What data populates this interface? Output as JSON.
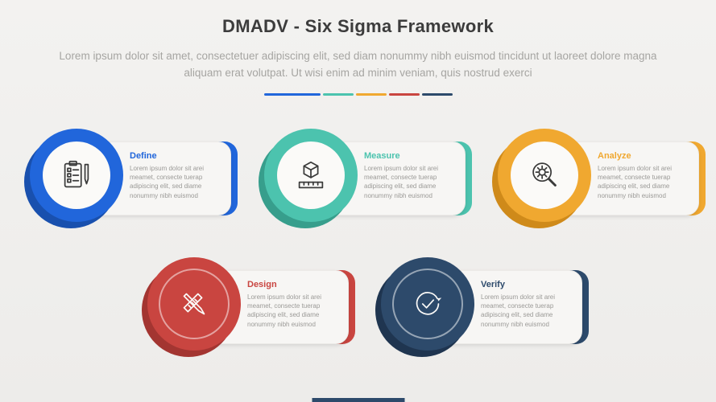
{
  "header": {
    "title": "DMADV - Six Sigma Framework",
    "subtitle": "Lorem ipsum dolor sit amet, consectetuer adipiscing elit, sed diam nonummy nibh euismod tincidunt ut laoreet dolore magna aliquam erat volutpat. Ut wisi enim ad minim veniam, quis nostrud exerci"
  },
  "divider_colors": [
    "#2166db",
    "#4cc3ae",
    "#f0a830",
    "#c94540",
    "#2d4a6b"
  ],
  "footer_color": "#2d4a6b",
  "items": [
    {
      "label": "Define",
      "color": "#2166db",
      "color_dark": "#1950ae",
      "inner_bg": "#fbfaf8",
      "icon_color": "#3a3a3a",
      "icon": "clipboard-pencil-icon",
      "body": "Lorem ipsum dolor sit arei meamet, consecte tuerap adipiscing elit, sed diame nonummy nibh euismod"
    },
    {
      "label": "Measure",
      "color": "#4cc3ae",
      "color_dark": "#379e8c",
      "inner_bg": "#fbfaf8",
      "icon_color": "#3a3a3a",
      "icon": "cube-ruler-icon",
      "body": "Lorem ipsum dolor sit arei meamet, consecte tuerap adipiscing elit, sed diame nonummy nibh euismod"
    },
    {
      "label": "Analyze",
      "color": "#f0a830",
      "color_dark": "#cf8a1a",
      "inner_bg": "#fbfaf8",
      "icon_color": "#3a3a3a",
      "icon": "magnifier-gear-icon",
      "body": "Lorem ipsum dolor sit arei meamet, consecte tuerap adipiscing elit, sed diame nonummy nibh euismod"
    },
    {
      "label": "Design",
      "color": "#c94540",
      "color_dark": "#a33531",
      "inner_bg": "#c94540",
      "icon_color": "#fbfaf8",
      "icon": "pencil-ruler-icon",
      "body": "Lorem ipsum dolor sit arei meamet, consecte tuerap adipiscing elit, sed diame nonummy nibh euismod"
    },
    {
      "label": "Verify",
      "color": "#2d4a6b",
      "color_dark": "#1f3550",
      "inner_bg": "#2d4a6b",
      "icon_color": "#fbfaf8",
      "icon": "refresh-check-icon",
      "body": "Lorem ipsum dolor sit arei meamet, consecte tuerap adipiscing elit, sed diame nonummy nibh euismod"
    }
  ]
}
